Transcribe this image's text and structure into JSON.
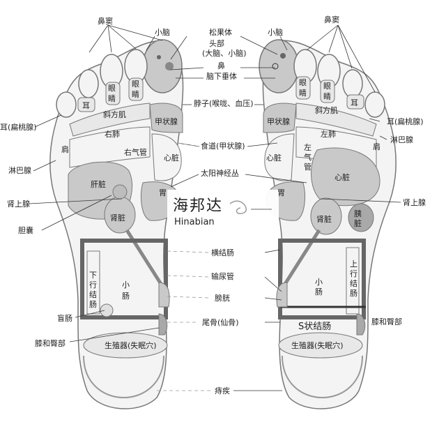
{
  "labels": {
    "bidou_left": "鼻窦",
    "bidou_right": "鼻窦",
    "xiaonao_left": "小脑",
    "xiaonao_right": "小脑",
    "songguoti": "松果体",
    "toubu": "头部",
    "toubu_sub": "(大脑、小脑)",
    "bi": "鼻",
    "naoxia": "脑下垂体",
    "bozi": "脖子(喉咙、血压)",
    "shidao": "食道(甲状腺)",
    "taiyang": "太阳神经丛",
    "hengjie": "横结肠",
    "shuniao": "输尿管",
    "pangguang": "膀胱",
    "weigu": "尾骨(仙骨)",
    "zhichuang": "痔疾",
    "er_left": "耳(扁桃腺)",
    "er_right": "耳(扁桃腺)",
    "linba_left": "淋巴腺",
    "linba_right": "淋巴腺",
    "shenshang_left": "肾上腺",
    "shenshang_right": "肾上腺",
    "dannang": "胆囊",
    "mangchang": "盲肠",
    "xiba_left": "膝和臀部",
    "xiba_right": "膝和臀部"
  },
  "zones": {
    "er": "耳",
    "yanjing": "眼睛",
    "xiefangji": "斜方肌",
    "jian": "肩",
    "youfei": "右肺",
    "zuofei": "左肺",
    "youqiguan": "右气管",
    "zuoqiguan": "左气管",
    "jiazhuangxian": "甲状腺",
    "xinzang": "心脏",
    "ganzang": "肝脏",
    "shenzang": "肾脏",
    "wei": "胃",
    "yizang": "胰脏",
    "xiachang": "小肠",
    "xiaxing": "下行结肠",
    "shangxing": "上行结肠",
    "szhuang": "S状结肠",
    "shengzhi": "生殖器(失眠穴)"
  },
  "watermark": {
    "cn": "海邦达",
    "en": "Hinabian"
  },
  "colors": {
    "zone_gray": "#c9c9c9",
    "zone_dark": "#a9a9a9",
    "outline": "#777777",
    "line": "#333333"
  }
}
